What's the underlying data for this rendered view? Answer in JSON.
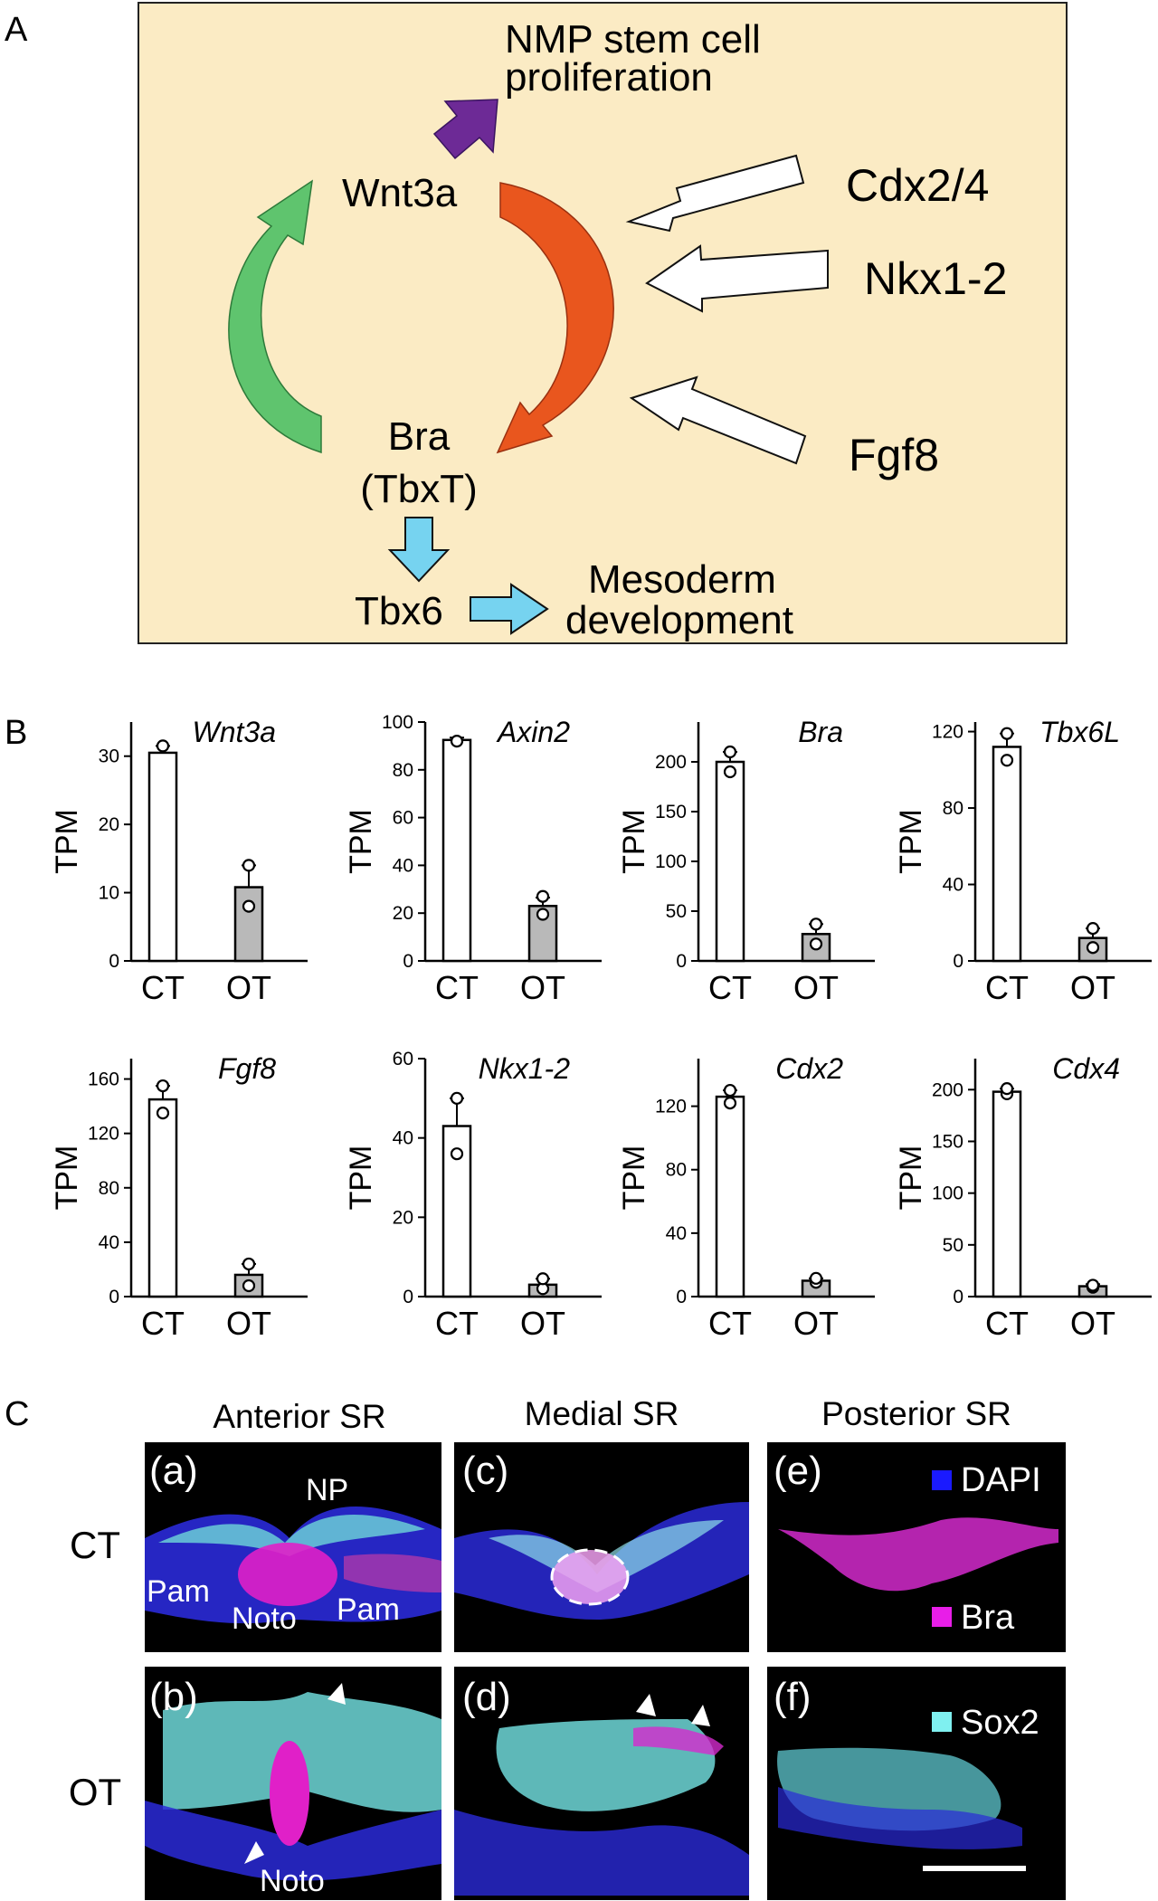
{
  "panel_labels": {
    "a": "A",
    "b": "B",
    "c": "C"
  },
  "diagram": {
    "nmp_line1": "NMP stem cell",
    "nmp_line2": "proliferation",
    "wnt3a": "Wnt3a",
    "bra_line1": "Bra",
    "bra_line2": "(TbxT)",
    "tbx6": "Tbx6",
    "meso_line1": "Mesoderm",
    "meso_line2": "development",
    "cdx": "Cdx2/4",
    "nkx": "Nkx1-2",
    "fgf8": "Fgf8",
    "colors": {
      "background": "#fbebc4",
      "green": "#5fc46e",
      "orange": "#e9561e",
      "purple": "#6d2a96",
      "cyan": "#76d3f0"
    }
  },
  "chart_data": [
    {
      "type": "bar",
      "gene": "Wnt3a",
      "ylabel": "TPM",
      "categories": [
        "CT",
        "OT"
      ],
      "values": [
        30.5,
        10.8
      ],
      "errors": [
        1,
        3.2
      ],
      "points": [
        [
          31.5
        ],
        [
          8,
          14
        ]
      ],
      "ylim": [
        0,
        35
      ],
      "yticks": [
        0,
        10,
        20,
        30
      ]
    },
    {
      "type": "bar",
      "gene": "Axin2",
      "ylabel": "TPM",
      "categories": [
        "CT",
        "OT"
      ],
      "values": [
        92.5,
        23
      ],
      "errors": [
        1,
        3.5
      ],
      "points": [
        [
          92
        ],
        [
          19.5,
          27
        ]
      ],
      "ylim": [
        0,
        100
      ],
      "yticks": [
        0,
        20,
        40,
        60,
        80,
        100
      ]
    },
    {
      "type": "bar",
      "gene": "Bra",
      "ylabel": "TPM",
      "categories": [
        "CT",
        "OT"
      ],
      "values": [
        200,
        27
      ],
      "errors": [
        10,
        10
      ],
      "points": [
        [
          190,
          210
        ],
        [
          17,
          37
        ]
      ],
      "ylim": [
        0,
        240
      ],
      "yticks": [
        0,
        50,
        100,
        150,
        200
      ]
    },
    {
      "type": "bar",
      "gene": "Tbx6L",
      "ylabel": "TPM",
      "categories": [
        "CT",
        "OT"
      ],
      "values": [
        112,
        12
      ],
      "errors": [
        7,
        5
      ],
      "points": [
        [
          105,
          119
        ],
        [
          7,
          17
        ]
      ],
      "ylim": [
        0,
        125
      ],
      "yticks": [
        0,
        40,
        80,
        120
      ]
    },
    {
      "type": "bar",
      "gene": "Fgf8",
      "ylabel": "TPM",
      "categories": [
        "CT",
        "OT"
      ],
      "values": [
        145,
        16
      ],
      "errors": [
        10,
        8
      ],
      "points": [
        [
          135,
          155
        ],
        [
          8,
          24
        ]
      ],
      "ylim": [
        0,
        175
      ],
      "yticks": [
        0,
        40,
        80,
        120,
        160
      ]
    },
    {
      "type": "bar",
      "gene": "Nkx1-2",
      "ylabel": "TPM",
      "categories": [
        "CT",
        "OT"
      ],
      "values": [
        43,
        3
      ],
      "errors": [
        7,
        1.5
      ],
      "points": [
        [
          36,
          50
        ],
        [
          2,
          4.5
        ]
      ],
      "ylim": [
        0,
        60
      ],
      "yticks": [
        0,
        20,
        40,
        60
      ]
    },
    {
      "type": "bar",
      "gene": "Cdx2",
      "ylabel": "TPM",
      "categories": [
        "CT",
        "OT"
      ],
      "values": [
        126,
        10
      ],
      "errors": [
        4,
        1.5
      ],
      "points": [
        [
          122,
          130
        ],
        [
          9,
          11.5
        ]
      ],
      "ylim": [
        0,
        150
      ],
      "yticks": [
        0,
        40,
        80,
        120
      ]
    },
    {
      "type": "bar",
      "gene": "Cdx4",
      "ylabel": "TPM",
      "categories": [
        "CT",
        "OT"
      ],
      "values": [
        198,
        10
      ],
      "errors": [
        3,
        2
      ],
      "points": [
        [
          196,
          201
        ],
        [
          9,
          11
        ]
      ],
      "ylim": [
        0,
        230
      ],
      "yticks": [
        0,
        50,
        100,
        150,
        200
      ]
    }
  ],
  "micrographs": {
    "col_anterior": "Anterior SR",
    "col_medial": "Medial SR",
    "col_posterior": "Posterior SR",
    "row_ct": "CT",
    "row_ot": "OT",
    "sub_a": "(a)",
    "sub_b": "(b)",
    "sub_c": "(c)",
    "sub_d": "(d)",
    "sub_e": "(e)",
    "sub_f": "(f)",
    "np": "NP",
    "pam_left": "Pam",
    "noto_a": "Noto",
    "pam_right": "Pam",
    "noto_b": "Noto",
    "legend": [
      {
        "label": "DAPI",
        "color": "#1a1aff"
      },
      {
        "label": "Bra",
        "color": "#e81ee8"
      },
      {
        "label": "Sox2",
        "color": "#7ff0f0"
      }
    ]
  }
}
